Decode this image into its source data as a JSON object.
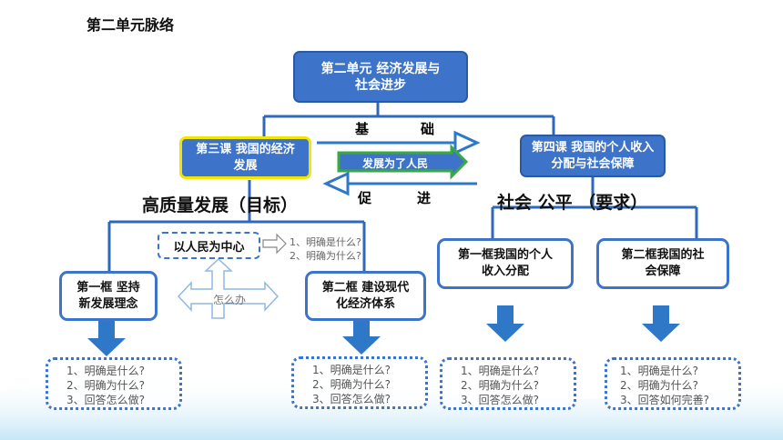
{
  "page_title": "第二单元脉络",
  "root": "第二单元  经济发展与社会进步",
  "lesson3": "第三课  我国的经济发展",
  "lesson4": "第四课  我国的个人收入分配与社会保障",
  "arrow_top_label": [
    "基",
    "础"
  ],
  "arrow_bottom_label": [
    "促",
    "进"
  ],
  "green_arrow_label": "发展为了人民",
  "goal_left": "高质量发展（目标）",
  "goal_right": "社会 公平 （要求）",
  "center_label": "以人民为中心",
  "center_questions": [
    "1、明确是什么?",
    "2、明确为什么?"
  ],
  "howto_label": "怎么办",
  "frame1": "第一框 坚持新发展理念",
  "frame2": "第二框 建设现代化经济体系",
  "frame3": "第一框我国的个人收入分配",
  "frame4": "第二框我国的社会保障",
  "q1": [
    "1、明确是什么?",
    "2、明确为什么?",
    "3、回答怎么做?"
  ],
  "q2": [
    "1、明确是什么?",
    "2、明确为什么?",
    "3、回答怎么做?"
  ],
  "q3": [
    "1、明确是什么?",
    "2、明确为什么?",
    "3、回答怎么做?"
  ],
  "q4": [
    "1、明确是什么?",
    "2、明确为什么?",
    "3、回答如何完善?"
  ],
  "colors": {
    "box_blue": "#3d74c9",
    "highlight_yellow": "#f2e600",
    "green": "#3aa845",
    "arrow_blue": "#2f78c8"
  }
}
